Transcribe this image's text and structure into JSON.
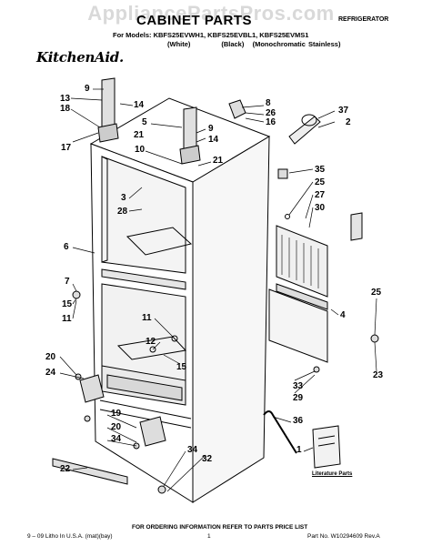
{
  "header": {
    "watermark": "AppliancePartsPros.com",
    "title": "CABINET PARTS",
    "category": "REFRIGERATOR",
    "models_line": "For Models: KBFS25EVWH1, KBFS25EVBL1, KBFS25EVMS1",
    "variants_line": "(White)           (Black)   (Monochromatic Stainless)",
    "brand": "KitchenAid."
  },
  "callouts": [
    {
      "id": "9a",
      "text": "9"
    },
    {
      "id": "13",
      "text": "13"
    },
    {
      "id": "18",
      "text": "18"
    },
    {
      "id": "14a",
      "text": "14"
    },
    {
      "id": "17",
      "text": "17"
    },
    {
      "id": "5",
      "text": "5"
    },
    {
      "id": "21a",
      "text": "21"
    },
    {
      "id": "9b",
      "text": "9"
    },
    {
      "id": "14b",
      "text": "14"
    },
    {
      "id": "10",
      "text": "10"
    },
    {
      "id": "21b",
      "text": "21"
    },
    {
      "id": "8",
      "text": "8"
    },
    {
      "id": "26",
      "text": "26"
    },
    {
      "id": "16",
      "text": "16"
    },
    {
      "id": "37",
      "text": "37"
    },
    {
      "id": "2",
      "text": "2"
    },
    {
      "id": "35",
      "text": "35"
    },
    {
      "id": "25a",
      "text": "25"
    },
    {
      "id": "27",
      "text": "27"
    },
    {
      "id": "30",
      "text": "30"
    },
    {
      "id": "3",
      "text": "3"
    },
    {
      "id": "28",
      "text": "28"
    },
    {
      "id": "6",
      "text": "6"
    },
    {
      "id": "7",
      "text": "7"
    },
    {
      "id": "15a",
      "text": "15"
    },
    {
      "id": "11a",
      "text": "11"
    },
    {
      "id": "4",
      "text": "4"
    },
    {
      "id": "25b",
      "text": "25"
    },
    {
      "id": "11b",
      "text": "11"
    },
    {
      "id": "12",
      "text": "12"
    },
    {
      "id": "15b",
      "text": "15"
    },
    {
      "id": "20a",
      "text": "20"
    },
    {
      "id": "24",
      "text": "24"
    },
    {
      "id": "23",
      "text": "23"
    },
    {
      "id": "33",
      "text": "33"
    },
    {
      "id": "29",
      "text": "29"
    },
    {
      "id": "19",
      "text": "19"
    },
    {
      "id": "20b",
      "text": "20"
    },
    {
      "id": "34a",
      "text": "34"
    },
    {
      "id": "36",
      "text": "36"
    },
    {
      "id": "34b",
      "text": "34"
    },
    {
      "id": "32",
      "text": "32"
    },
    {
      "id": "22",
      "text": "22"
    },
    {
      "id": "1",
      "text": "1"
    }
  ],
  "literature_label": "Literature Parts",
  "footer": {
    "order_note": "FOR ORDERING INFORMATION REFER TO PARTS PRICE LIST",
    "left": "9 – 09 Litho In U.S.A. (mat)(bay)",
    "page": "1",
    "part_no": "Part No. W10294609 Rev.A"
  }
}
